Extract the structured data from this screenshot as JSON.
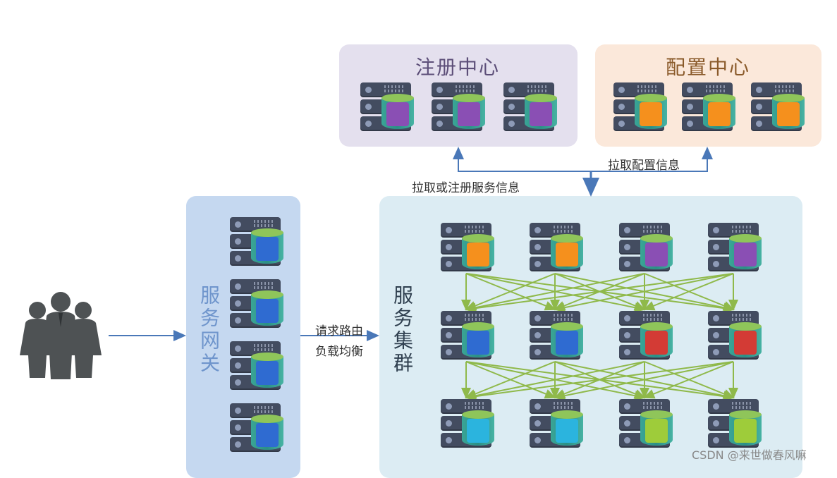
{
  "registry": {
    "title": "注册中心"
  },
  "config": {
    "title": "配置中心"
  },
  "gateway": {
    "title": "服务网关"
  },
  "cluster": {
    "title": "服务集群"
  },
  "labels": {
    "pull_config": "拉取配置信息",
    "pull_register": "拉取或注册服务信息",
    "route_line1": "请求路由",
    "route_line2": "负载均衡"
  },
  "watermark": "CSDN @来世做春风嘛",
  "colors": {
    "registry_panel": "#e4e0ee",
    "config_panel": "#fbe8da",
    "gateway_panel": "#c5d8f0",
    "cluster_panel": "#dcecf3",
    "arrow_blue": "#4a78b8",
    "arrow_green": "#8fb94a"
  },
  "icons": [
    "people-group-icon",
    "server-database-icon"
  ],
  "servers": {
    "registry": [
      "purple",
      "purple",
      "purple"
    ],
    "config": [
      "orange",
      "orange",
      "orange"
    ],
    "gateway": [
      "blue",
      "blue",
      "blue",
      "blue"
    ],
    "cluster_row1": [
      "orange",
      "orange",
      "purple",
      "purple"
    ],
    "cluster_row2": [
      "blue",
      "blue",
      "red",
      "red"
    ],
    "cluster_row3": [
      "cyan",
      "cyan",
      "lime",
      "lime"
    ]
  }
}
